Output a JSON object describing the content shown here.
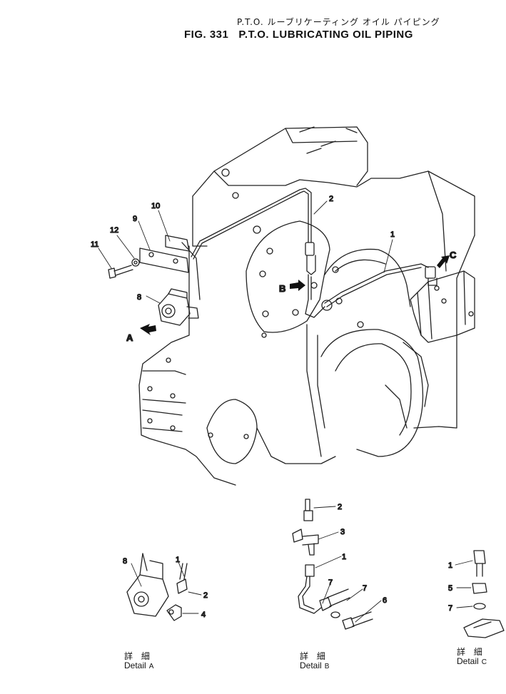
{
  "header": {
    "jp_title": "P.T.O. ルーブリケーティング オイル パイピング",
    "fig_number": "FIG. 331",
    "title": "P.T.O. LUBRICATING OIL PIPING"
  },
  "main_callouts": [
    "1",
    "2",
    "8",
    "9",
    "10",
    "11",
    "12"
  ],
  "view_arrows": [
    "A",
    "B",
    "C"
  ],
  "detail_a": {
    "jp": "詳 細",
    "label": "Detail",
    "letter": "A",
    "callouts": [
      "8",
      "1",
      "2",
      "4"
    ]
  },
  "detail_b": {
    "jp": "詳 細",
    "label": "Detail",
    "letter": "B",
    "callouts": [
      "2",
      "3",
      "1",
      "7",
      "7",
      "6"
    ]
  },
  "detail_c": {
    "jp": "詳 細",
    "label": "Detail",
    "letter": "C",
    "callouts": [
      "1",
      "5",
      "7"
    ]
  }
}
